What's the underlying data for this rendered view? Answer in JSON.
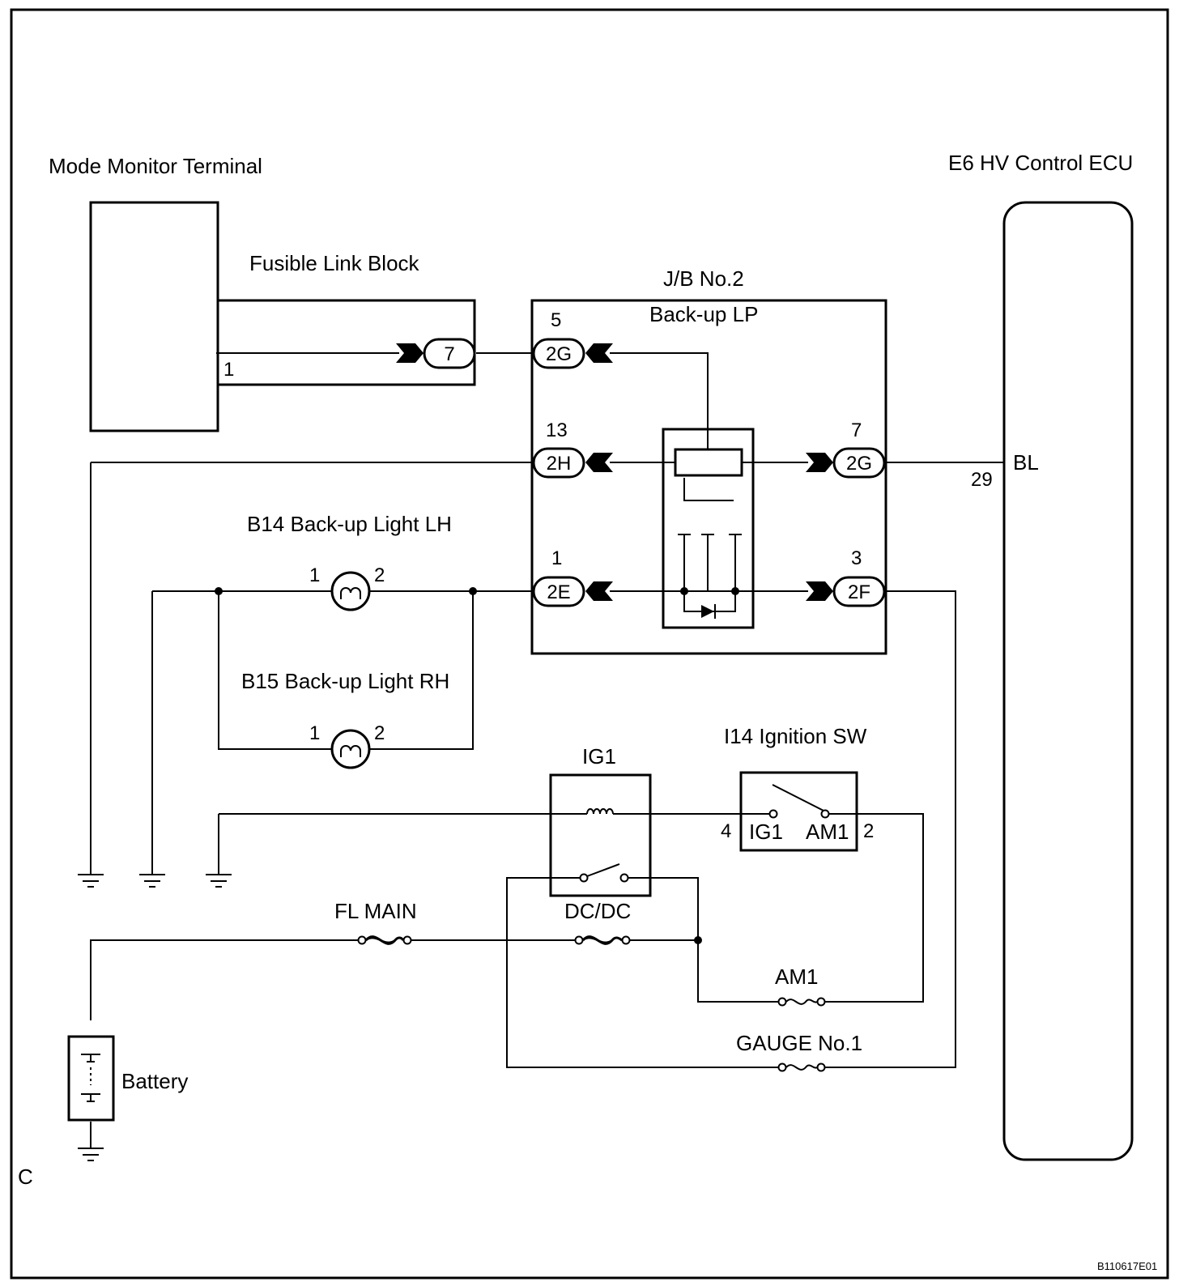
{
  "labels": {
    "mode_monitor": "Mode Monitor Terminal",
    "hv_ecu": "E6 HV Control ECU",
    "fusible_link": "Fusible Link Block",
    "jb2": "J/B No.2",
    "backup_lp": "Back-up LP",
    "b14": "B14 Back-up Light LH",
    "b15": "B15 Back-up Light RH",
    "ig1_relay": "IG1",
    "ign_sw": "I14 Ignition SW",
    "ign_ig1": "IG1",
    "ign_am1": "AM1",
    "fl_main": "FL MAIN",
    "dcdc": "DC/DC",
    "am1_fuse": "AM1",
    "gauge": "GAUGE No.1",
    "battery": "Battery",
    "wire_color": "BL",
    "corner": "C",
    "figure_id": "B110617E01"
  },
  "pins": {
    "mm_1": "1",
    "jb_5": "5",
    "jb_13": "13",
    "jb_1": "1",
    "jb_7": "7",
    "jb_3": "3",
    "ecu_29": "29",
    "b14_1": "1",
    "b14_2": "2",
    "b15_1": "1",
    "b15_2": "2",
    "sw_4": "4",
    "sw_2": "2"
  },
  "connectors": {
    "fl_7": "7",
    "jb_2g_top": "2G",
    "jb_2h": "2H",
    "jb_2e": "2E",
    "jb_2g_right": "2G",
    "jb_2f": "2F"
  }
}
